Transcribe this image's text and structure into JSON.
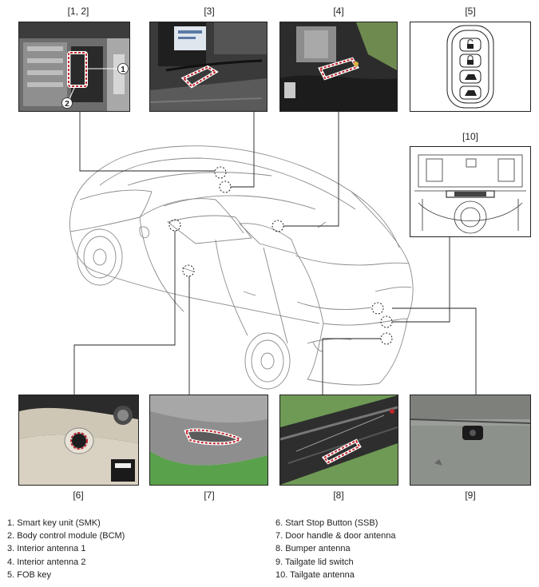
{
  "panel_labels": {
    "p12": "[1, 2]",
    "p3": "[3]",
    "p4": "[4]",
    "p5": "[5]",
    "p10": "[10]",
    "p6": "[6]",
    "p7": "[7]",
    "p8": "[8]",
    "p9": "[9]"
  },
  "callouts": {
    "one": "1",
    "two": "2"
  },
  "legend_left": [
    "1. Smart key unit (SMK)",
    "2. Body control module (BCM)",
    "3. Interior antenna 1",
    "4. Interior antenna 2",
    "5. FOB key"
  ],
  "legend_right": [
    "6. Start Stop Button (SSB)",
    "7. Door handle & door antenna",
    "8. Bumper antenna",
    "9. Tailgate lid switch",
    "10. Tailgate antenna"
  ],
  "colors": {
    "highlight": "#c0262d",
    "line": "#222222",
    "car_line": "#8a8a8a"
  }
}
